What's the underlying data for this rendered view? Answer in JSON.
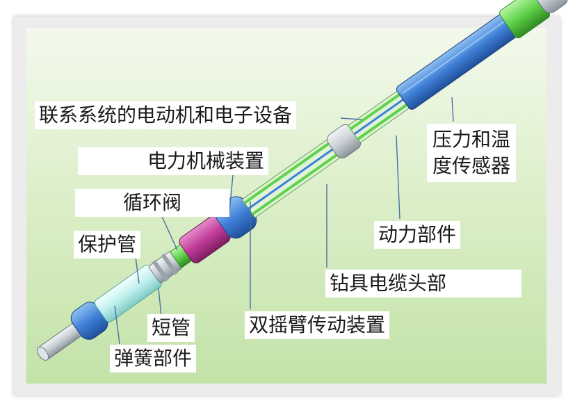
{
  "labels": {
    "motor_electronics": "联系系统的电动机和电子设备",
    "pressure_temp_1": "压力和温",
    "pressure_temp_2": "度传感器",
    "power_mechanical": "电力机械装置",
    "circulation_valve": "循环阀",
    "power_section": "动力部件",
    "protective_tube": "保护管",
    "cable_head": "钻具电缆头部",
    "double_arm": "双摇臂传动装置",
    "short_tube": "短管",
    "spring_assembly": "弹簧部件"
  },
  "colors": {
    "body_blue": "#3f7fd6",
    "rib_green": "#5fd14a",
    "valve_magenta": "#c23c9a",
    "spring_cyan": "#bff0ee",
    "end_gray": "#c9cfd4",
    "leader_line": "#4a6fa8"
  }
}
